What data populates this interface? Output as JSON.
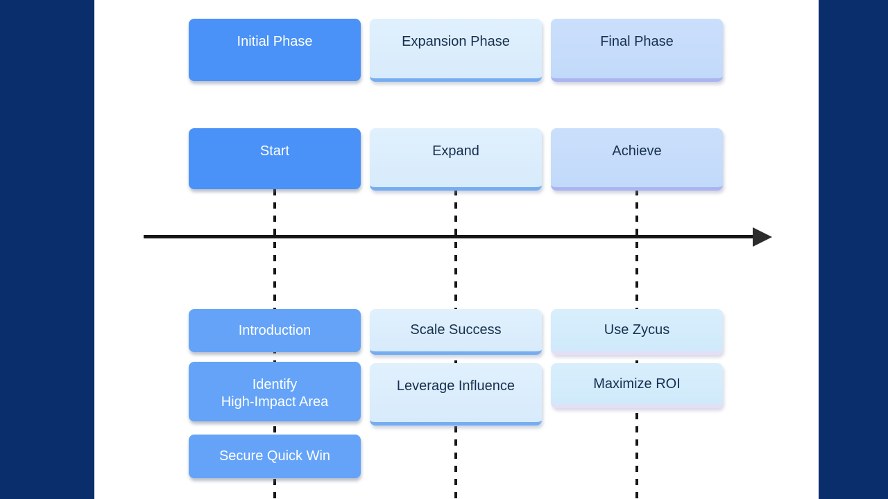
{
  "slide": {
    "background_color": "#ffffff",
    "side_panel_color": "#0a2e6c",
    "timeline": {
      "axis_color": "#161616",
      "connector_style": "dashed"
    },
    "palette": {
      "solid_blue": "#4a92f7",
      "medium_blue": "#64a3f8",
      "light_blue_body": "#d9ecfc",
      "light_blue_strip": "#76adf1",
      "periwinkle_body": "#c5dcfa",
      "periwinkle_strip": "#abb4f0",
      "lavender_body": "#d4ecfb",
      "lavender_strip": "#e4dff6",
      "dark_text": "#17304f",
      "light_text": "#ffffff"
    },
    "columns": [
      {
        "key": "initial",
        "header": "Initial Phase",
        "milestone": "Start",
        "activities": [
          "Introduction",
          "Identify\nHigh-Impact Area",
          "Secure Quick Win"
        ]
      },
      {
        "key": "expansion",
        "header": "Expansion Phase",
        "milestone": "Expand",
        "activities": [
          "Scale Success",
          "Leverage Influence"
        ]
      },
      {
        "key": "final",
        "header": "Final Phase",
        "milestone": "Achieve",
        "activities": [
          "Use Zycus",
          "Maximize ROI"
        ]
      }
    ]
  }
}
